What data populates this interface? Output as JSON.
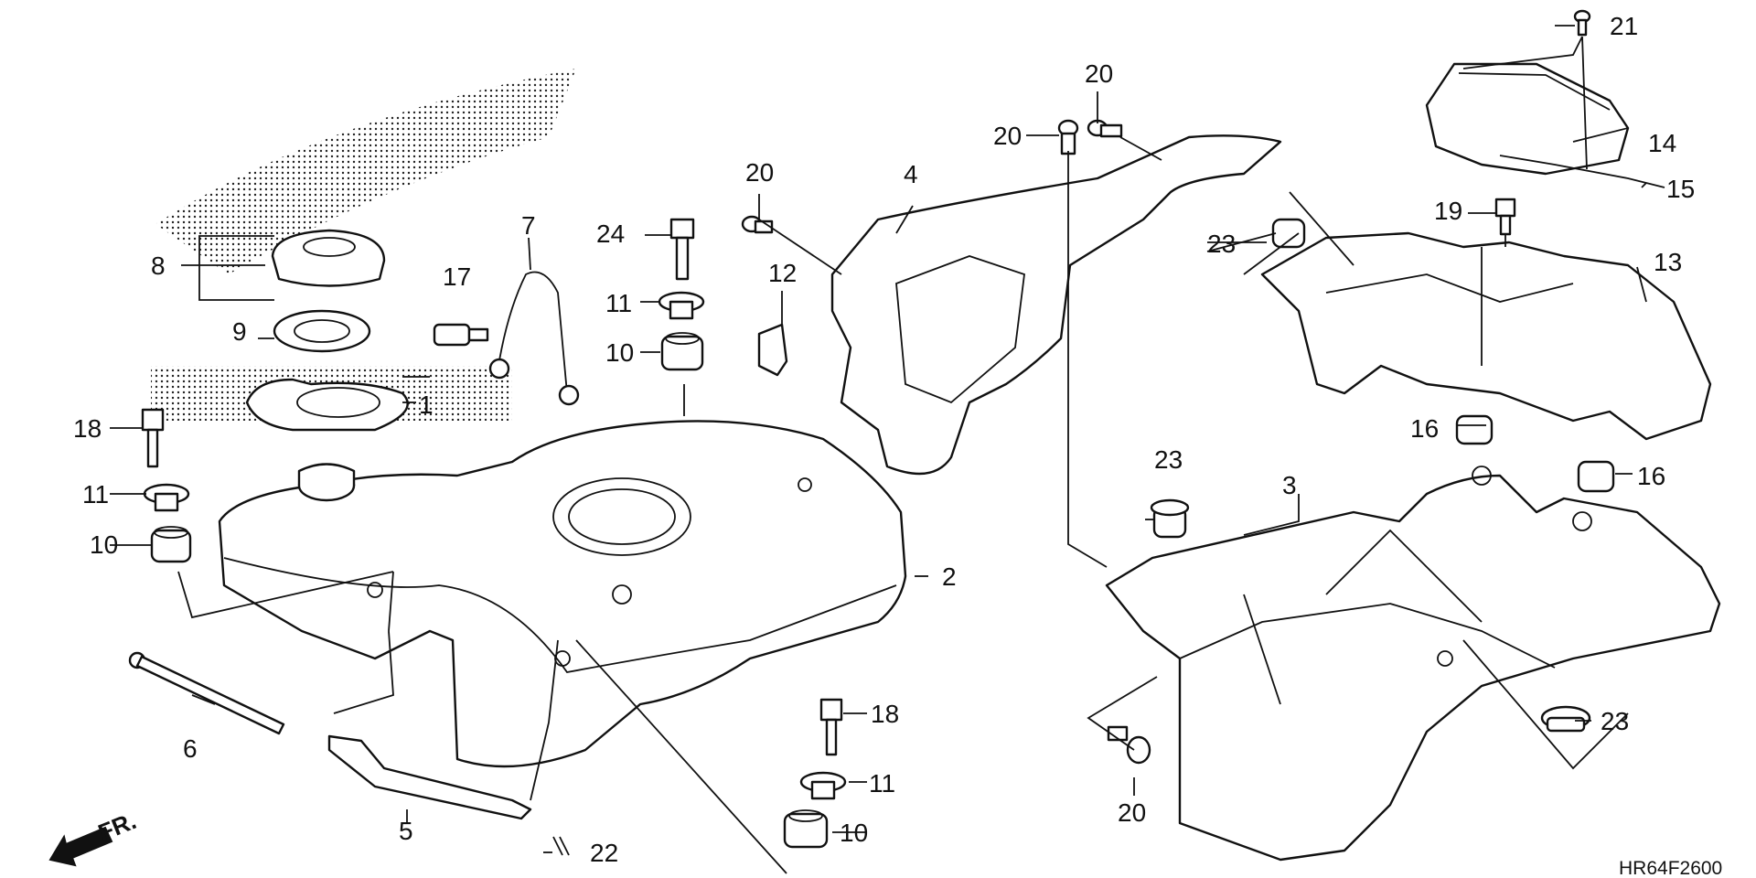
{
  "diagram_code": "HR64F2600",
  "front_label": "FR.",
  "colors": {
    "line": "#111111",
    "background": "#ffffff",
    "dots": "#222222"
  },
  "callouts": [
    {
      "id": "c1",
      "label": "1"
    },
    {
      "id": "c2",
      "label": "2"
    },
    {
      "id": "c3",
      "label": "3"
    },
    {
      "id": "c4",
      "label": "4"
    },
    {
      "id": "c5",
      "label": "5"
    },
    {
      "id": "c6",
      "label": "6"
    },
    {
      "id": "c7",
      "label": "7"
    },
    {
      "id": "c8",
      "label": "8"
    },
    {
      "id": "c9",
      "label": "9"
    },
    {
      "id": "c10a",
      "label": "10"
    },
    {
      "id": "c10b",
      "label": "10"
    },
    {
      "id": "c10c",
      "label": "10"
    },
    {
      "id": "c11a",
      "label": "11"
    },
    {
      "id": "c11b",
      "label": "11"
    },
    {
      "id": "c11c",
      "label": "11"
    },
    {
      "id": "c12",
      "label": "12"
    },
    {
      "id": "c13",
      "label": "13"
    },
    {
      "id": "c14",
      "label": "14"
    },
    {
      "id": "c15",
      "label": "15"
    },
    {
      "id": "c16a",
      "label": "16"
    },
    {
      "id": "c16b",
      "label": "16"
    },
    {
      "id": "c17",
      "label": "17"
    },
    {
      "id": "c18a",
      "label": "18"
    },
    {
      "id": "c18b",
      "label": "18"
    },
    {
      "id": "c19",
      "label": "19"
    },
    {
      "id": "c20a",
      "label": "20"
    },
    {
      "id": "c20b",
      "label": "20"
    },
    {
      "id": "c20c",
      "label": "20"
    },
    {
      "id": "c20d",
      "label": "20"
    },
    {
      "id": "c21",
      "label": "21"
    },
    {
      "id": "c22",
      "label": "22"
    },
    {
      "id": "c23a",
      "label": "23"
    },
    {
      "id": "c23b",
      "label": "23"
    },
    {
      "id": "c23c",
      "label": "23"
    },
    {
      "id": "c24",
      "label": "24"
    }
  ]
}
